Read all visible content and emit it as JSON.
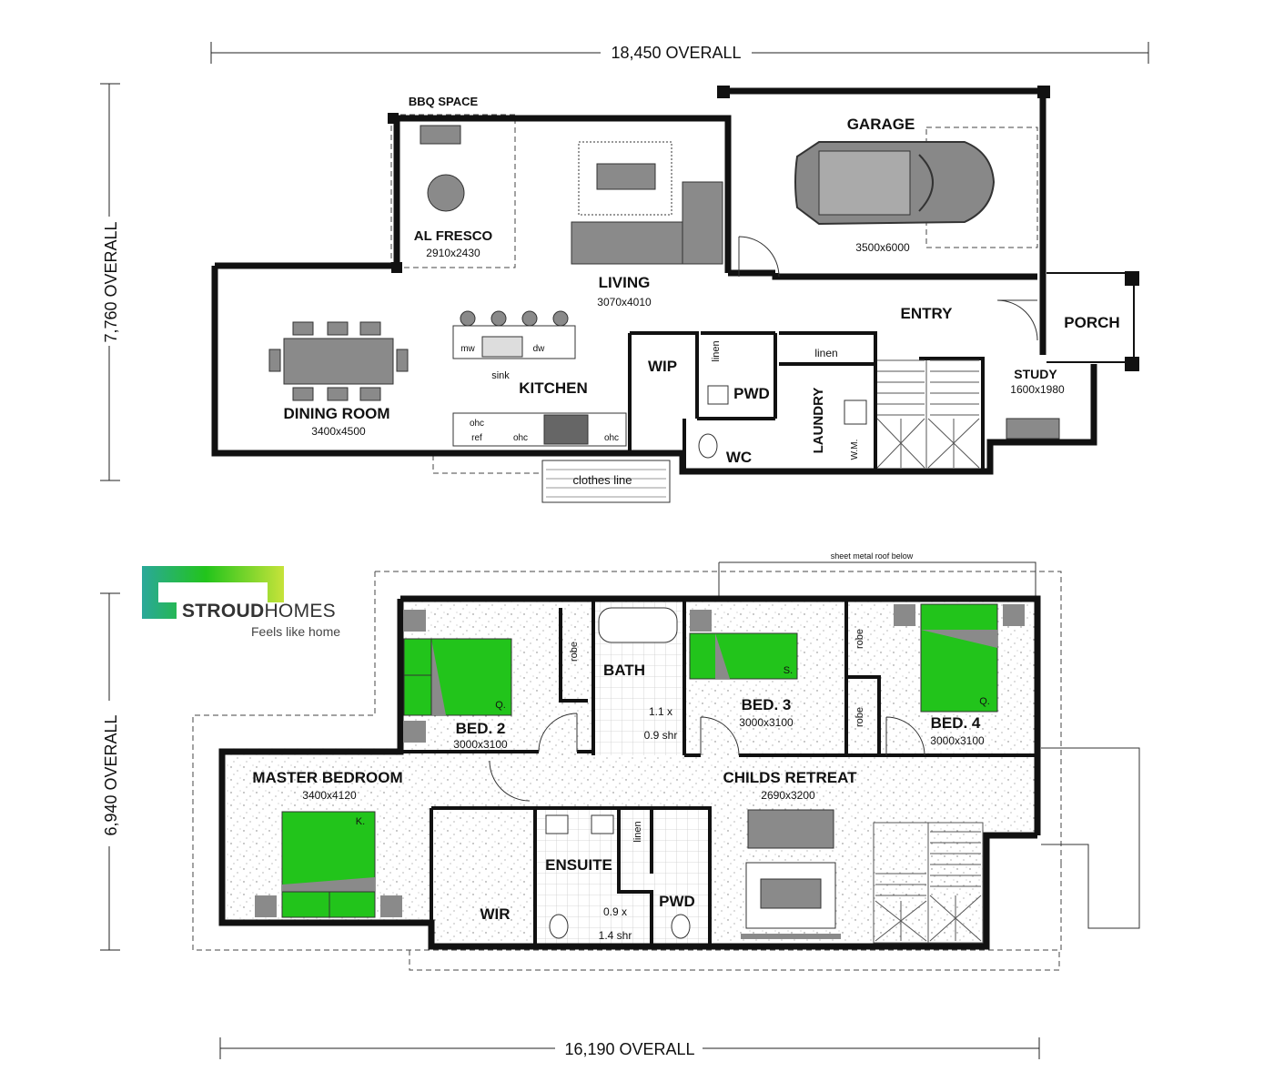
{
  "dimensions": {
    "top_overall": "18,450 OVERALL",
    "ground_side_overall": "7,760 OVERALL",
    "upper_side_overall": "6,940 OVERALL",
    "bottom_overall": "16,190 OVERALL"
  },
  "ground_floor": {
    "bbq": "BBQ SPACE",
    "alfresco": {
      "name": "AL FRESCO",
      "size": "2910x2430"
    },
    "living": {
      "name": "LIVING",
      "size": "3070x4010"
    },
    "garage": {
      "name": "GARAGE",
      "size": "3500x6000"
    },
    "entry": "ENTRY",
    "porch": "PORCH",
    "dining": {
      "name": "DINING ROOM",
      "size": "3400x4500"
    },
    "kitchen": "KITCHEN",
    "wip": "WIP",
    "pwd": "PWD",
    "wc": "WC",
    "laundry": "LAUNDRY",
    "study": {
      "name": "STUDY",
      "size": "1600x1980"
    },
    "linen_1": "linen",
    "linen_2": "linen",
    "clothes_line": "clothes line",
    "appliances": {
      "mw": "mw",
      "sink": "sink",
      "dw": "dw",
      "ohc": "ohc",
      "ref": "ref",
      "wm": "W.M."
    }
  },
  "upper_floor": {
    "roof_note": "sheet metal roof below",
    "bed2": {
      "name": "BED. 2",
      "size": "3000x3100",
      "bed": "Q."
    },
    "bath": "BATH",
    "shower1": [
      "1.1 x",
      "0.9 shr"
    ],
    "bed3": {
      "name": "BED. 3",
      "size": "3000x3100",
      "bed": "S."
    },
    "bed4": {
      "name": "BED. 4",
      "size": "3000x3100",
      "bed": "Q."
    },
    "master": {
      "name": "MASTER BEDROOM",
      "size": "3400x4120",
      "bed": "K."
    },
    "retreat": {
      "name": "CHILDS RETREAT",
      "size": "2690x3200"
    },
    "ensuite": "ENSUITE",
    "wir": "WIR",
    "pwd": "PWD",
    "shower2": [
      "0.9 x",
      "1.4 shr"
    ],
    "robe": "robe",
    "linen": "linen"
  },
  "brand": {
    "name_bold": "STROUD",
    "name_light": "HOMES",
    "tagline": "Feels like home",
    "colors": {
      "green": "#22c41b",
      "lime": "#c6e33a",
      "teal": "#2aa89a",
      "bed": "#22c41b",
      "furniture": "#8a8a8a"
    }
  }
}
